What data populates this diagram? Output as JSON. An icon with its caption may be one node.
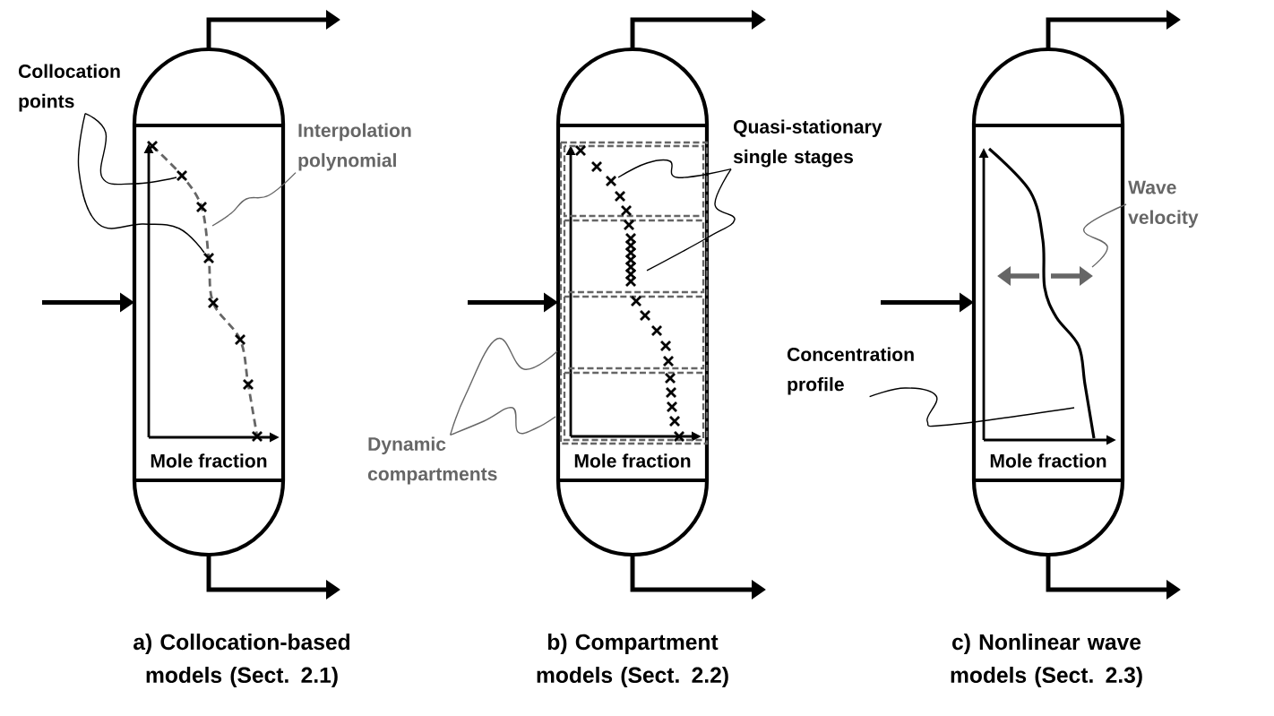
{
  "diagram": {
    "nodes": [
      {
        "text": [
          "Mole fraction"
        ],
        "beside": [
          "a) Collocation-based models (Sect. 2.1)"
        ]
      },
      {
        "text": [
          "Collocation points"
        ]
      },
      {
        "text": [
          "Interpolation polynomial"
        ]
      },
      {
        "text": [
          "Mole fraction"
        ],
        "beside": [
          "b) Compartment models (Sect. 2.2)"
        ]
      },
      {
        "text": [
          "Quasi-stationary single stages"
        ]
      },
      {
        "text": [
          "Dynamic compartments"
        ]
      },
      {
        "text": [
          "Mole fraction"
        ],
        "beside": [
          "c) Nonlinear wave models (Sect. 2.3)"
        ]
      },
      {
        "text": [
          "Concentration profile"
        ]
      },
      {
        "text": [
          "Wave velocity"
        ]
      }
    ],
    "edges": [
      {
        "from": null,
        "to": 0,
        "arrow": "to",
        "style": "thick"
      },
      {
        "from": 0,
        "to": null,
        "arrow": "to",
        "style": "thick"
      },
      {
        "from": 0,
        "to": null,
        "arrow": "to",
        "style": "thick"
      },
      {
        "from": null,
        "to": 3,
        "arrow": "to",
        "style": "thick"
      },
      {
        "from": 3,
        "to": null,
        "arrow": "to",
        "style": "thick"
      },
      {
        "from": 3,
        "to": null,
        "arrow": "to",
        "style": "thick"
      },
      {
        "from": null,
        "to": 6,
        "arrow": "to",
        "style": "thick"
      },
      {
        "from": 6,
        "to": null,
        "arrow": "to",
        "style": "thick"
      },
      {
        "from": 6,
        "to": null,
        "arrow": "to",
        "style": "thick"
      },
      {
        "from": 1,
        "to": 0,
        "arrow": "none"
      },
      {
        "from": 1,
        "to": 0,
        "arrow": "none"
      },
      {
        "from": 2,
        "to": 0,
        "arrow": "none",
        "color": "#666666"
      },
      {
        "from": 4,
        "to": 3,
        "arrow": "none"
      },
      {
        "from": 4,
        "to": 3,
        "arrow": "none"
      },
      {
        "from": 5,
        "to": 3,
        "arrow": "none",
        "color": "#666666"
      },
      {
        "from": 5,
        "to": 3,
        "arrow": "none",
        "color": "#666666"
      },
      {
        "from": 7,
        "to": 6,
        "arrow": "none"
      },
      {
        "from": 8,
        "to": 6,
        "arrow": "none",
        "color": "#666666"
      }
    ]
  }
}
